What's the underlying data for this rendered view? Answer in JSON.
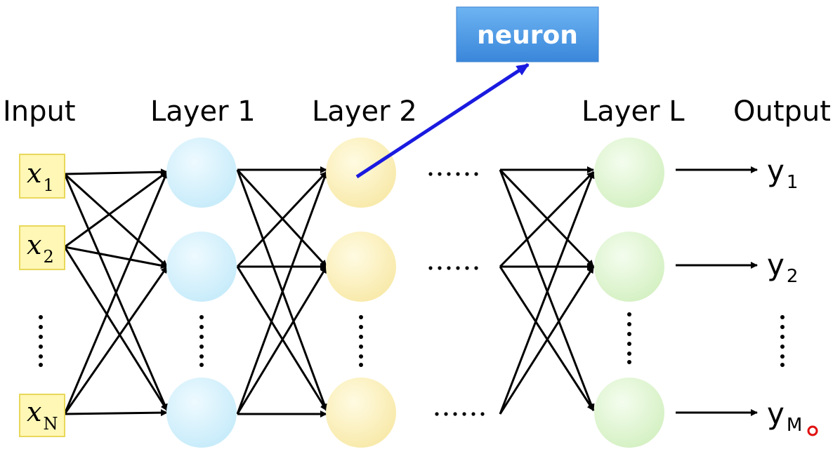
{
  "headers": {
    "input": "Input",
    "layer1": "Layer 1",
    "layer2": "Layer 2",
    "layerL": "Layer L",
    "output": "Output"
  },
  "callout": {
    "text": "neuron"
  },
  "inputs": [
    {
      "var": "x",
      "sub": "1"
    },
    {
      "var": "x",
      "sub": "2"
    },
    {
      "var": "x",
      "sub": "N"
    }
  ],
  "outputs": [
    {
      "var": "y",
      "sub": "1"
    },
    {
      "var": "y",
      "sub": "2"
    },
    {
      "var": "y",
      "sub": "M"
    }
  ],
  "ellipsis": {
    "horizontal": "……",
    "vertical": "⋮"
  },
  "colors": {
    "layer1": "#d4f0fb",
    "layer2": "#fbefb8",
    "layerL": "#ddf5cc",
    "input_box": "#fff7b5",
    "callout": "#4f9ee8",
    "pointer": "#1a1ae0"
  }
}
